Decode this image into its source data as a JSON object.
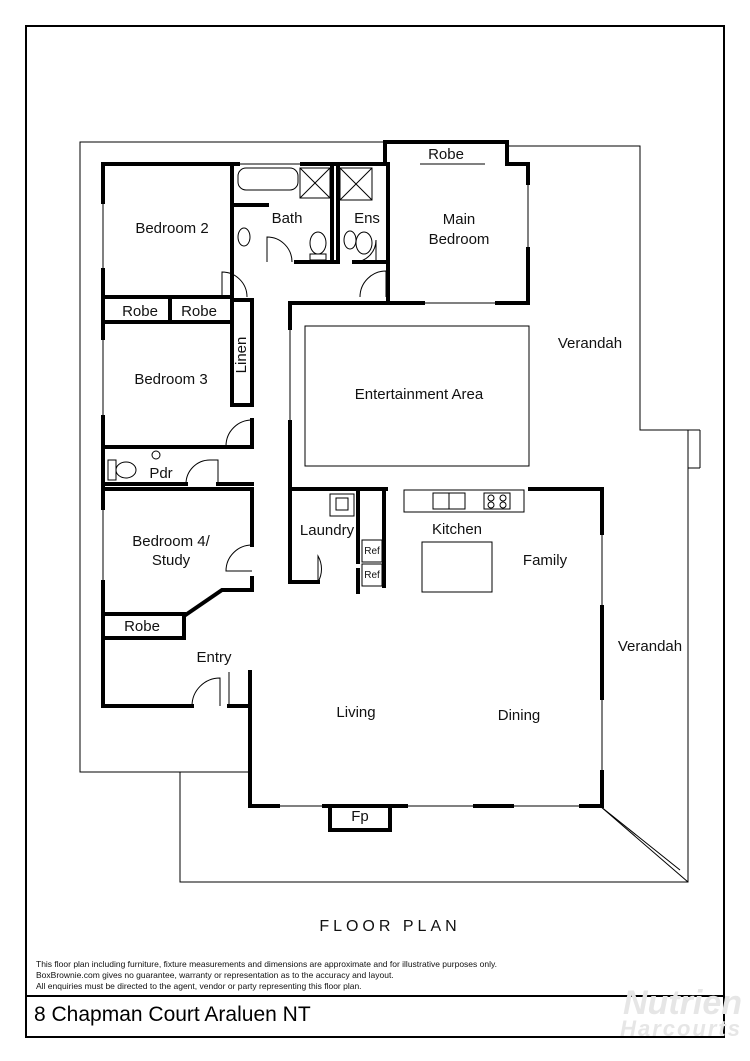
{
  "plan": {
    "rooms": {
      "robe_main": "Robe",
      "bath": "Bath",
      "ens": "Ens",
      "main_bedroom_1": "Main",
      "main_bedroom_2": "Bedroom",
      "bedroom2": "Bedroom 2",
      "robe_b2": "Robe",
      "robe_b3": "Robe",
      "linen": "Linen",
      "bedroom3": "Bedroom 3",
      "verandah_top": "Verandah",
      "entertainment": "Entertainment Area",
      "pdr": "Pdr",
      "laundry": "Laundry",
      "kitchen": "Kitchen",
      "ref1": "Ref",
      "ref2": "Ref",
      "family": "Family",
      "bedroom4_1": "Bedroom 4/",
      "bedroom4_2": "Study",
      "robe_b4": "Robe",
      "entry": "Entry",
      "verandah_right": "Verandah",
      "living": "Living",
      "dining": "Dining",
      "fp": "Fp"
    }
  },
  "title": "FLOOR PLAN",
  "disclaimer": [
    "This floor plan including furniture, fixture measurements and dimensions are approximate and for illustrative purposes only.",
    "BoxBrownie.com gives no guarantee, warranty or representation as to the accuracy and layout.",
    "All enquiries must be directed to the agent, vendor or party representing this floor plan."
  ],
  "address": "8 Chapman Court Araluen NT",
  "watermark": {
    "line1": "Nutrien",
    "line2": "Harcourts"
  }
}
